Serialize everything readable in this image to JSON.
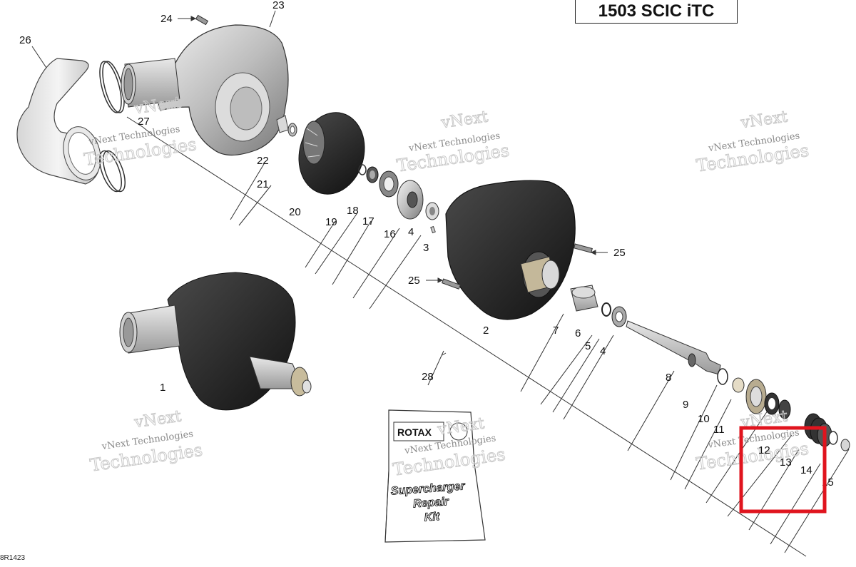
{
  "header": {
    "model_title": "1503 SCIC iTC"
  },
  "footer": {
    "diagram_id": "8R1423"
  },
  "parts": {
    "p1": "1",
    "p2": "2",
    "p3": "3",
    "p4a": "4",
    "p4b": "4",
    "p5": "5",
    "p6": "6",
    "p7": "7",
    "p8": "8",
    "p9": "9",
    "p10": "10",
    "p11": "11",
    "p12": "12",
    "p13": "13",
    "p14": "14",
    "p15": "15",
    "p16": "16",
    "p17": "17",
    "p18": "18",
    "p19": "19",
    "p20": "20",
    "p21": "21",
    "p22": "22",
    "p23": "23",
    "p24": "24",
    "p25a": "25",
    "p25b": "25",
    "p26": "26",
    "p27": "27",
    "p28": "28"
  },
  "kit_booklet": {
    "brand": "ROTAX",
    "title_line1": "Supercharger",
    "title_line2": "Repair",
    "title_line3": "Kit"
  },
  "watermark": {
    "line1": "vNext",
    "line2": "vNext Technologies",
    "line3": "Technologies"
  },
  "highlight": {
    "color": "#e0141e"
  }
}
